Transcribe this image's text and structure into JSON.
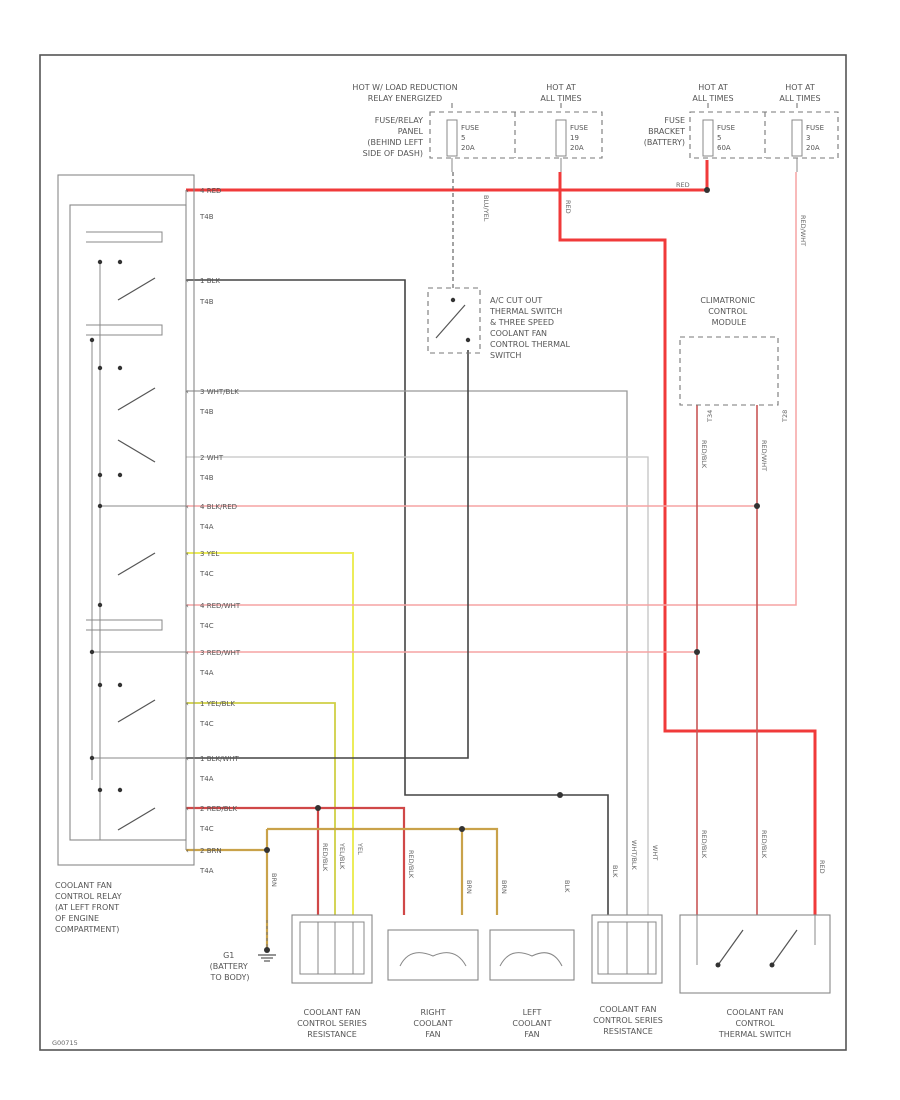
{
  "page_code": "G00715",
  "fuse_labels": {
    "f1": [
      "HOT W/ LOAD REDUCTION",
      "RELAY ENERGIZED"
    ],
    "f2": [
      "HOT AT",
      "ALL TIMES"
    ],
    "f3": [
      "HOT AT",
      "ALL TIMES"
    ],
    "f4": [
      "HOT AT",
      "ALL TIMES"
    ]
  },
  "fuse_panel_label": [
    "FUSE/RELAY",
    "PANEL",
    "(BEHIND LEFT",
    "SIDE OF DASH)"
  ],
  "fuse_bracket_label": [
    "FUSE",
    "BRACKET",
    "(BATTERY)"
  ],
  "fuse_text": {
    "fuse1": [
      "FUSE",
      "5",
      "20A"
    ],
    "fuse2": [
      "FUSE",
      "19",
      "20A"
    ],
    "fuse3": [
      "FUSE",
      "5",
      "60A"
    ],
    "fuse4": [
      "FUSE",
      "3",
      "20A"
    ]
  },
  "relay_label": [
    "COOLANT FAN",
    "CONTROL RELAY",
    "(AT LEFT FRONT",
    "OF ENGINE",
    "COMPARTMENT)"
  ],
  "relay_pins": [
    {
      "pin": "4",
      "wire": "RED",
      "conn": "T4B"
    },
    {
      "pin": "1",
      "wire": "BLK",
      "conn": "T4B"
    },
    {
      "pin": "3",
      "wire": "WHT/BLK",
      "conn": "T4B"
    },
    {
      "pin": "2",
      "wire": "WHT",
      "conn": "T4B"
    },
    {
      "pin": "4",
      "wire": "BLK/RED",
      "conn": "T4A"
    },
    {
      "pin": "3",
      "wire": "YEL",
      "conn": "T4C"
    },
    {
      "pin": "4",
      "wire": "RED/WHT",
      "conn": "T4C"
    },
    {
      "pin": "3",
      "wire": "RED/WHT",
      "conn": "T4A"
    },
    {
      "pin": "1",
      "wire": "YEL/BLK",
      "conn": "T4C"
    },
    {
      "pin": "1",
      "wire": "BLK/WHT",
      "conn": "T4A"
    },
    {
      "pin": "2",
      "wire": "RED/BLK",
      "conn": "T4C"
    },
    {
      "pin": "2",
      "wire": "BRN",
      "conn": "T4A"
    }
  ],
  "ac_switch_label": [
    "A/C CUT OUT",
    "THERMAL SWITCH",
    "& THREE SPEED",
    "COOLANT FAN",
    "CONTROL THERMAL",
    "SWITCH"
  ],
  "climatronic_label": [
    "CLIMATRONIC",
    "CONTROL",
    "MODULE"
  ],
  "climatronic_pins": [
    "T34",
    "T28"
  ],
  "bottom_labels": {
    "series_res_1": [
      "COOLANT FAN",
      "CONTROL SERIES",
      "RESISTANCE"
    ],
    "right_fan": [
      "RIGHT",
      "COOLANT",
      "FAN"
    ],
    "left_fan": [
      "LEFT",
      "COOLANT",
      "FAN"
    ],
    "series_res_2": [
      "COOLANT FAN",
      "CONTROL SERIES",
      "RESISTANCE"
    ],
    "thermal_sw": [
      "COOLANT FAN",
      "CONTROL",
      "THERMAL SWITCH"
    ]
  },
  "ground_label": [
    "G1",
    "(BATTERY",
    "TO BODY)"
  ],
  "wire_tags": {
    "red_top": "RED",
    "blu_yel": "BLU/YEL",
    "red_fuse2": "RED",
    "red_wht_fuse4": "RED/WHT",
    "red_blk_clim": "RED/BLK",
    "red_wht_clim": "RED/WHT",
    "brn_g1": "BRN",
    "red_blk_b": "RED/BLK",
    "yel_blk_b": "YEL/BLK",
    "yel_b": "YEL",
    "red_blk_b2": "RED/BLK",
    "brn_rf": "BRN",
    "brn_lf": "BRN",
    "blk_lf": "BLK",
    "blk_r2": "BLK",
    "wht_blk_r2": "WHT/BLK",
    "wht_r2": "WHT",
    "red_blk_ts": "RED/BLK",
    "red_blk_ts2": "RED/BLK",
    "red_ts": "RED"
  },
  "wire_colors": {
    "red": "#f03a3a",
    "red_light": "#f6a3a3",
    "yellow": "#ecec5a",
    "black": "#333333",
    "gray": "#999999",
    "light_gray": "#c4c4c4",
    "brown": "#c9a24a",
    "red_dark": "#c95757"
  }
}
